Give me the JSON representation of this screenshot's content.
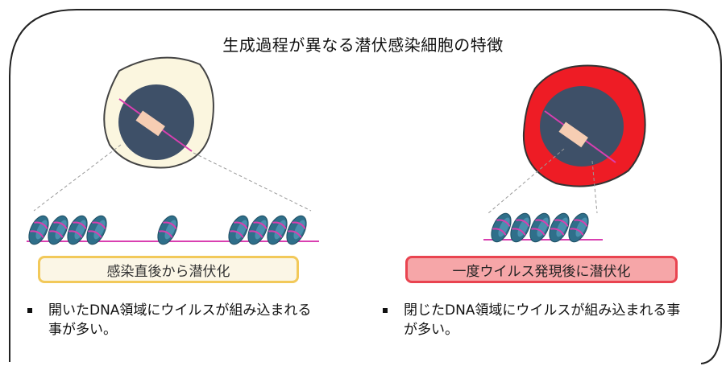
{
  "title": "生成過程が異なる潜伏感染細胞の特徴",
  "left": {
    "label": "感染直後から潜伏化",
    "bullet_line1": "開いたDNA領域にウイルスが組み込まれる",
    "bullet_line2": "事が多い。",
    "cell_color": "#fbf6df",
    "label_border": "#f2c95a"
  },
  "right": {
    "label": "一度ウイルス発現後に潜伏化",
    "bullet_line1": "閉じたDNA領域にウイルスが組み込まれる事",
    "bullet_line2": "が多い。",
    "cell_color": "#ee1c25",
    "label_border": "#e94450"
  },
  "colors": {
    "nucleus": "#3e5068",
    "dna_strand": "#d93fb0",
    "virus_segment": "#f6cdb3",
    "nucleosome": "#2f6f8a"
  }
}
